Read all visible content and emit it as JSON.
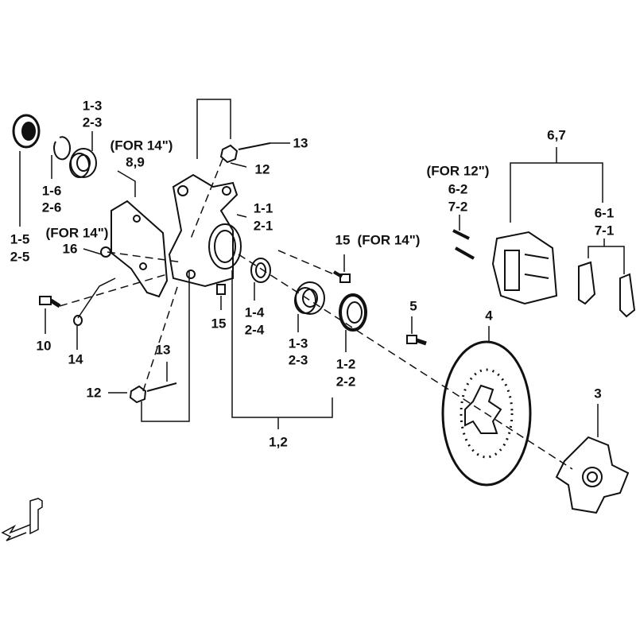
{
  "labels": [
    "1-3",
    "2-3",
    "(FOR 14\")",
    "8,9",
    "1-6",
    "2-6",
    "1-5",
    "2-5",
    "(FOR 14\")",
    "16",
    "1-1",
    "2-1",
    "13",
    "12",
    "15",
    "(FOR 14\")",
    "15",
    "10",
    "14",
    "1-4",
    "2-4",
    "1-3",
    "2-3",
    "1-2",
    "2-2",
    "5",
    "4",
    "13",
    "12",
    "1,2",
    "(FOR 12\")",
    "6-2",
    "7-2",
    "6,7",
    "6-1",
    "7-1",
    "3"
  ],
  "colors": {
    "line": "#111111",
    "background": "#ffffff"
  }
}
